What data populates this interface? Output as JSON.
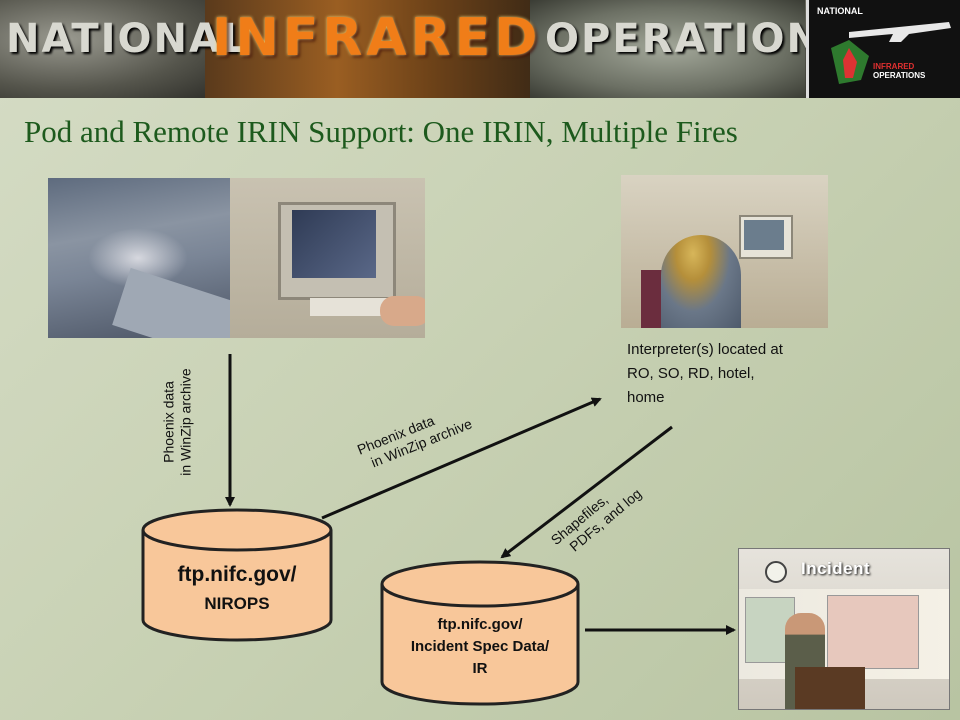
{
  "header": {
    "word1": "NATIONAL",
    "word2": "INFRARED",
    "word3": "OPERATIONS",
    "logo_top": "NATIONAL",
    "logo_bottom_1": "INFRARED",
    "logo_bottom_2": "OPERATIONS"
  },
  "title": "Pod and Remote IRIN Support: One IRIN, Multiple Fires",
  "interpreter": {
    "line1": "Interpreter(s) located at",
    "line2": "RO, SO, RD, hotel,",
    "line3": "home"
  },
  "arrows": {
    "vertical_label_1": "Phoenix data",
    "vertical_label_2": "in WinZip archive",
    "diag_label_1": "Phoenix data",
    "diag_label_2": "in WinZip archive",
    "return_label_1": "Shapefiles,",
    "return_label_2": "PDFs, and log"
  },
  "nodes": {
    "niops_title": "ftp.nifc.gov/",
    "niops_sub": "NIROPS",
    "incident_line1": "ftp.nifc.gov/",
    "incident_line2": "Incident Spec Data/",
    "incident_line3": "IR"
  },
  "incident_photo_label": "Incident",
  "colors": {
    "title": "#1d5a1d",
    "cylinder_fill": "#f8c79a",
    "cylinder_stroke": "#222222"
  }
}
